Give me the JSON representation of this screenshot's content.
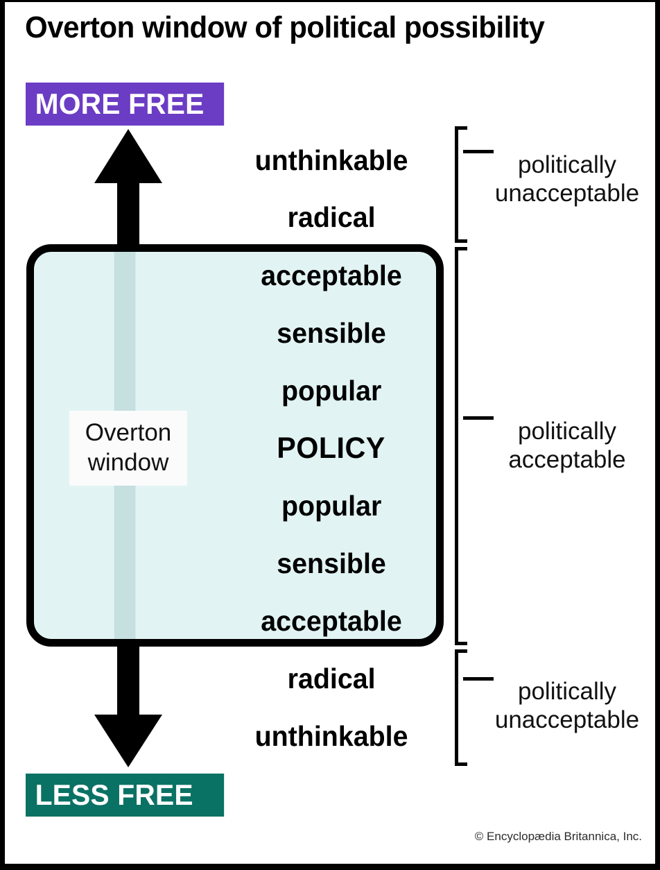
{
  "title": "Overton window of political possibility",
  "badges": {
    "top": {
      "label": "MORE FREE",
      "color": "#6B3CC4"
    },
    "bottom": {
      "label": "LESS FREE",
      "color": "#0A7264"
    }
  },
  "window": {
    "label_line1": "Overton",
    "label_line2": "window",
    "fill_color": "#E2F3F3",
    "border_color": "#000000"
  },
  "spectrum": {
    "rows": [
      {
        "text": "unthinkable",
        "zone": "politically-unacceptable-top",
        "inside_window": false
      },
      {
        "text": "radical",
        "zone": "politically-unacceptable-top",
        "inside_window": false
      },
      {
        "text": "acceptable",
        "zone": "politically-acceptable",
        "inside_window": true
      },
      {
        "text": "sensible",
        "zone": "politically-acceptable",
        "inside_window": true
      },
      {
        "text": "popular",
        "zone": "politically-acceptable",
        "inside_window": true
      },
      {
        "text": "POLICY",
        "zone": "politically-acceptable",
        "inside_window": true
      },
      {
        "text": "popular",
        "zone": "politically-acceptable",
        "inside_window": true
      },
      {
        "text": "sensible",
        "zone": "politically-acceptable",
        "inside_window": true
      },
      {
        "text": "acceptable",
        "zone": "politically-acceptable",
        "inside_window": true
      },
      {
        "text": "radical",
        "zone": "politically-unacceptable-bottom",
        "inside_window": false
      },
      {
        "text": "unthinkable",
        "zone": "politically-unacceptable-bottom",
        "inside_window": false
      }
    ]
  },
  "brackets": [
    {
      "line1": "politically",
      "line2": "unacceptable"
    },
    {
      "line1": "politically",
      "line2": "acceptable"
    },
    {
      "line1": "politically",
      "line2": "unacceptable"
    }
  ],
  "credit": "© Encyclopædia Britannica, Inc.",
  "arrow": {
    "direction": "vertical-double",
    "color": "#000000"
  }
}
